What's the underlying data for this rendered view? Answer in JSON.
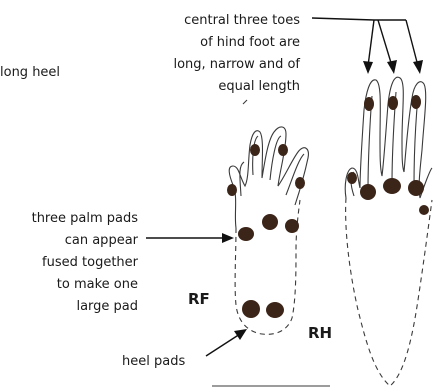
{
  "labels": {
    "long_heel": "long heel",
    "toes_line1": "central three toes",
    "toes_line2": "of hind foot are",
    "toes_line3": "long, narrow and of",
    "toes_line4": "equal length",
    "palm_line1": "three palm pads",
    "palm_line2": "can appear",
    "palm_line3": "fused together",
    "palm_line4": "to make one",
    "palm_line5": "large pad",
    "heel_pads": "heel pads",
    "rf": "RF",
    "rh": "RH"
  },
  "colors": {
    "pad": "#3b2418",
    "outline": "#3a3a3a",
    "text": "#1a1a1a"
  }
}
